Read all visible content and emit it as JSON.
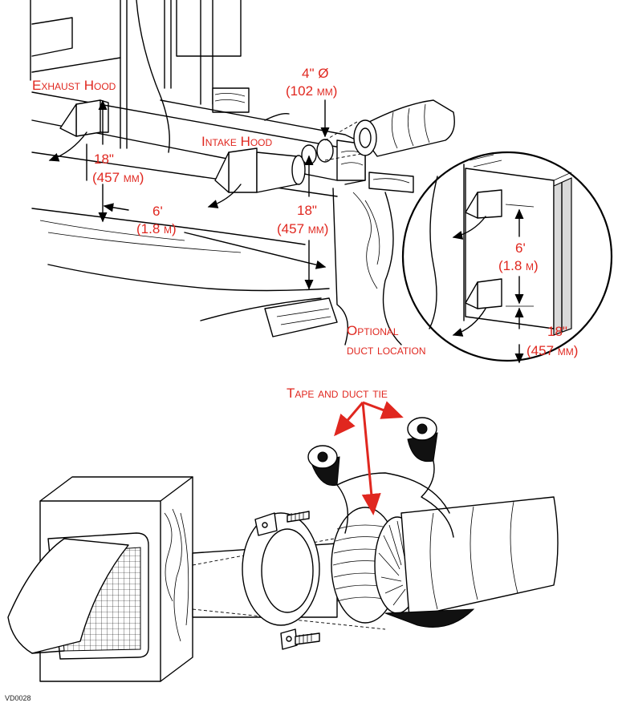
{
  "labels": {
    "exhaust_hood": "Exhaust Hood",
    "dia_in": "4\" Ø",
    "dia_mm": "(102 mm)",
    "intake_hood": "Intake Hood",
    "left_18_in": "18\"",
    "left_18_mm": "(457 mm)",
    "six_ft": "6'",
    "six_m": "(1.8 m)",
    "mid_18_in": "18\"",
    "mid_18_mm": "(457 mm)",
    "inset_6_ft": "6'",
    "inset_6_m": "(1.8 m)",
    "inset_18_in": "18\"",
    "inset_18_mm": "(457 mm)",
    "optional_line1": "Optional",
    "optional_line2": "duct location",
    "tape_tie": "Tape and duct tie"
  },
  "figure_code": "VD0028",
  "colors": {
    "callout": "#e0271f",
    "line": "#000000"
  },
  "icons": [
    "up-arrow-icon",
    "down-arrow-icon",
    "curved-airflow-arrow-icon"
  ]
}
